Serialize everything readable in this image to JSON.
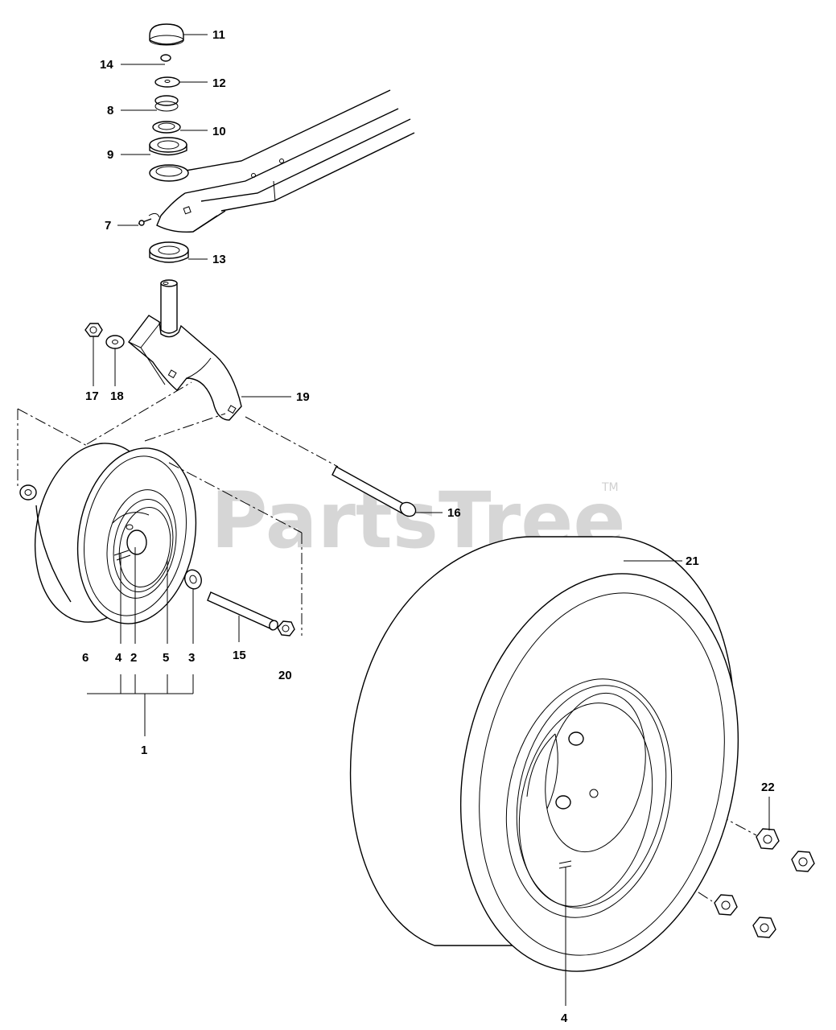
{
  "watermark": {
    "text": "PartsTree",
    "trademark": "TM"
  },
  "labels": {
    "l1": "1",
    "l2": "2",
    "l3": "3",
    "l4a": "4",
    "l4b": "4",
    "l5": "5",
    "l6": "6",
    "l7": "7",
    "l8": "8",
    "l9": "9",
    "l10": "10",
    "l11": "11",
    "l12": "12",
    "l13": "13",
    "l14": "14",
    "l15": "15",
    "l16": "16",
    "l17": "17",
    "l18": "18",
    "l19": "19",
    "l20": "20",
    "l21": "21",
    "l22": "22"
  }
}
